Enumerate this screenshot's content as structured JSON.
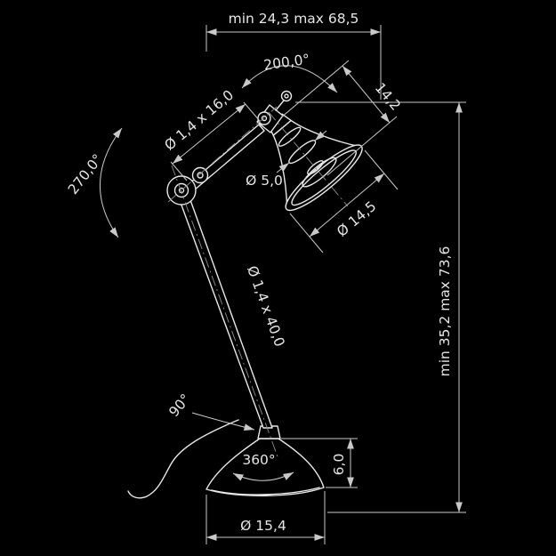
{
  "drawing": {
    "background": "#000000",
    "line_color": "#e8e8e8",
    "dim_color": "#c9c9c9",
    "text_color": "#e6e6e6",
    "labels": {
      "width_range": "min 24,3   max 68,5",
      "height_range": "min 35,2  max 73,6",
      "shade_swivel": "200,0°",
      "elbow_swivel": "270,0°",
      "upper_arm_tube": "Ø 1,4 x 16,0",
      "lower_arm_tube": "Ø 1,4 x 40,0",
      "shade_depth": "14,2",
      "shade_neck_dia": "Ø 5,0",
      "shade_dia": "Ø 14,5",
      "base_joint_swivel": "90°",
      "base_swivel": "360°",
      "base_height": "6,0",
      "base_dia": "Ø 15,4"
    }
  }
}
